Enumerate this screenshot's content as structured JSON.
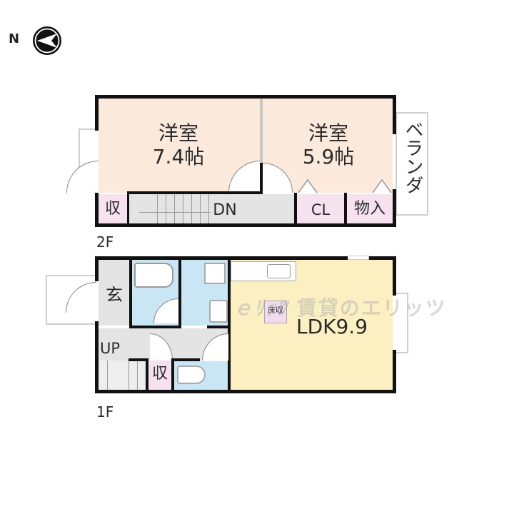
{
  "compass": {
    "letter": "N",
    "icon": "north-arrow-icon"
  },
  "floors": {
    "second": {
      "label": "2F",
      "rooms": {
        "western_room_1": {
          "name": "洋室",
          "size": "7.4帖"
        },
        "western_room_2": {
          "name": "洋室",
          "size": "5.9帖"
        },
        "storage": {
          "name": "収"
        },
        "stairs": {
          "name": "DN"
        },
        "closet": {
          "name": "CL"
        },
        "storeroom": {
          "name": "物入"
        },
        "veranda": {
          "name": "ベランダ"
        }
      }
    },
    "first": {
      "label": "1F",
      "rooms": {
        "entrance": {
          "name": "玄"
        },
        "stairs": {
          "name": "UP"
        },
        "storage": {
          "name": "収"
        },
        "floor_storage": {
          "name": "床収"
        },
        "ldk": {
          "name": "LDK9.9"
        }
      }
    }
  },
  "watermark": {
    "text": "賃貸のエリッツ",
    "logo": "elitz-logo"
  },
  "colors": {
    "western_room": "#fbeadb",
    "storage": "#f6e1ef",
    "corridor": "#e4e4e4",
    "wet_area": "#c9e6f5",
    "ldk": "#fcf0c2",
    "wall": "#111111"
  }
}
